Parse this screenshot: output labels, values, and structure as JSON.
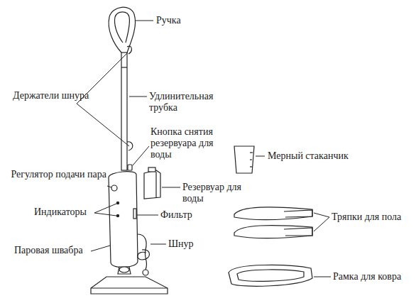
{
  "diagram": {
    "labels": [
      "Ручка",
      "Держатели шнура",
      "Удлинительная трубка",
      "Кнопка снятия резервуара для воды",
      "Мерный стаканчик",
      "Регулятор подачи пара",
      "Резервуар для воды",
      "Индикаторы",
      "Фильтр",
      "Тряпки для пола",
      "Паровая швабра",
      "Шнур",
      "Рамка для ковра"
    ]
  }
}
